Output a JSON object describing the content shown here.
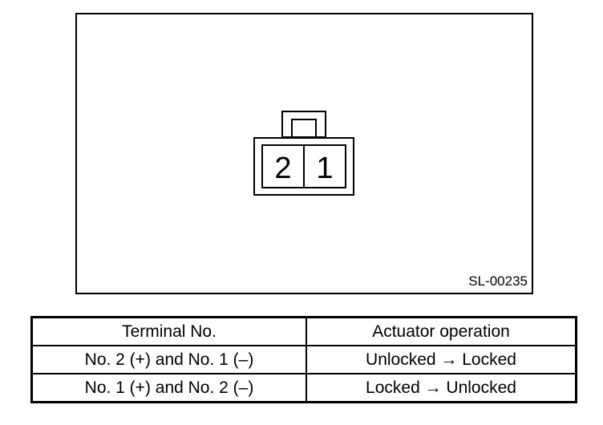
{
  "diagram": {
    "figure_id": "SL-00235",
    "connector": {
      "pins": [
        {
          "label": "2"
        },
        {
          "label": "1"
        }
      ]
    }
  },
  "table": {
    "headers": {
      "terminal": "Terminal No.",
      "operation": "Actuator operation"
    },
    "rows": [
      {
        "terminal": "No. 2 (+) and No. 1 (–)",
        "operation": "Unlocked → Locked"
      },
      {
        "terminal": "No. 1 (+) and No. 2 (–)",
        "operation": "Locked → Unlocked"
      }
    ]
  }
}
